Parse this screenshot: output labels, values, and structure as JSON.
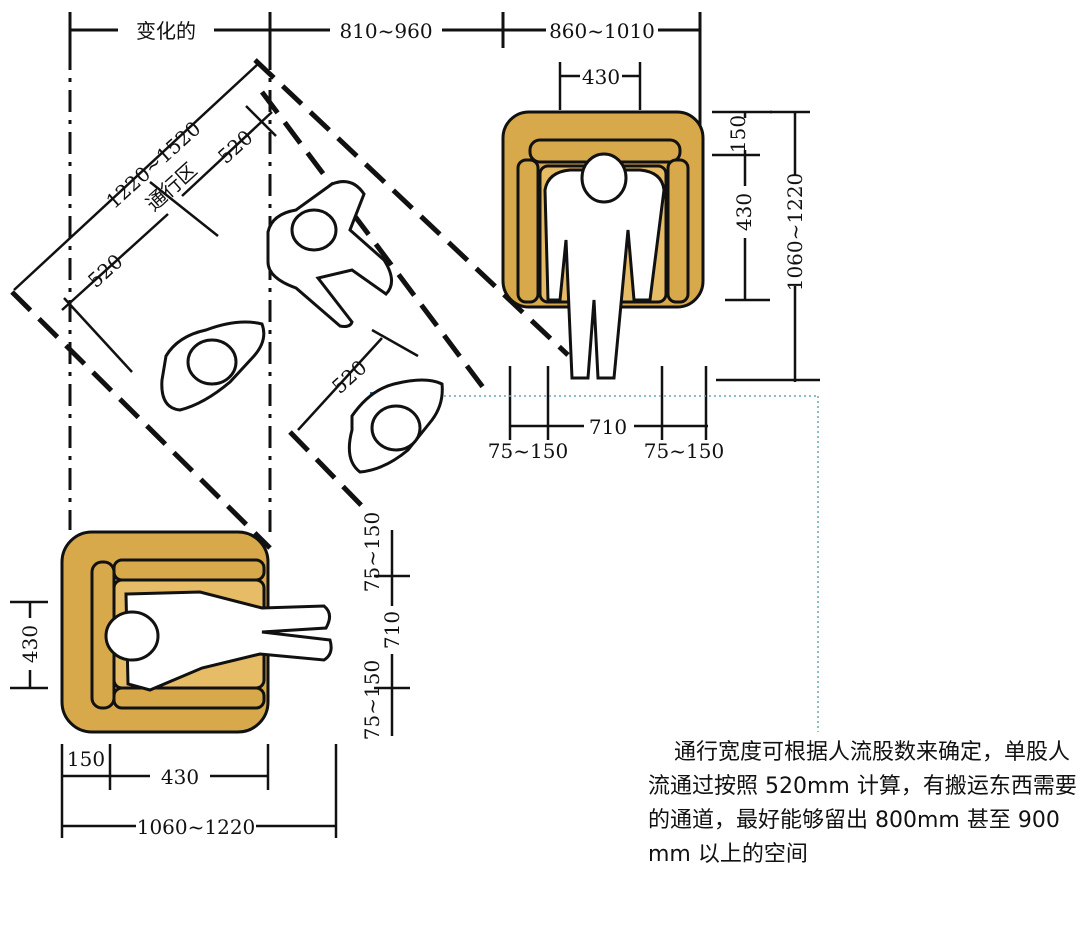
{
  "dimensions": {
    "top_variable": "变化的",
    "top_middle": "810~960",
    "top_right": "860~1010",
    "armchair_top_seat": "430",
    "armchair_top_back": "150",
    "armchair_top_seat_depth": "430",
    "armchair_top_total": "1060~1220",
    "diag_total": "1220~1520",
    "diag_zone": "通行区",
    "diag_520_a": "520",
    "diag_520_b": "520",
    "diag_520_c": "520",
    "bottom_middle_710": "710",
    "bottom_middle_left": "75~150",
    "bottom_middle_right": "75~150",
    "left_v_75_150_a": "75~150",
    "left_v_710": "710",
    "left_v_75_150_b": "75~150",
    "left_430": "430",
    "bottom_150": "150",
    "bottom_430": "430",
    "bottom_total": "1060~1220"
  },
  "note": "通行宽度可根据人流股数来确定，单股人流通过按照 520mm 计算，有搬运东西需要的通道，最好能够留出 800mm 甚至 900mm 以上的空间",
  "colors": {
    "chair_fill": "#d8a94a",
    "chair_stroke": "#111111",
    "line": "#111111",
    "leader": "#6aa6b8"
  }
}
